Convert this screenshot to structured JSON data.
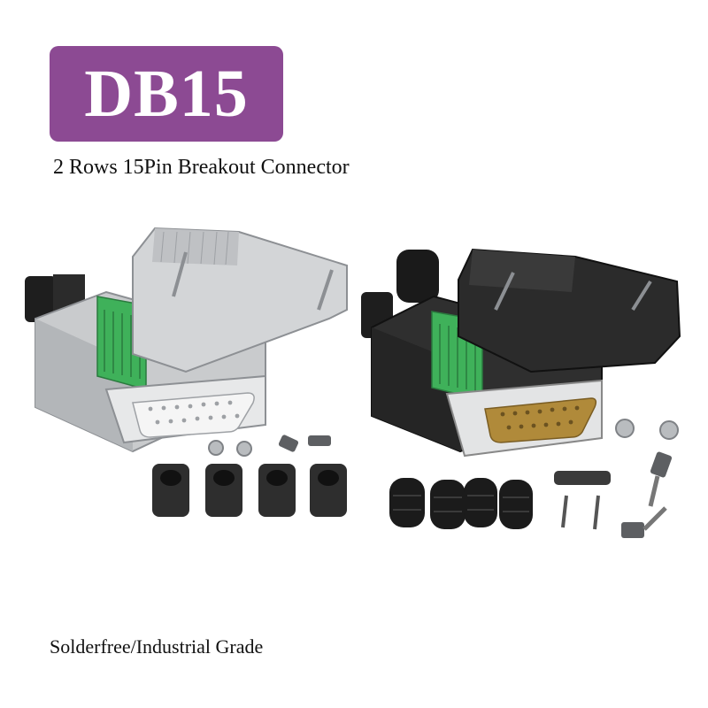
{
  "badge": {
    "label": "DB15"
  },
  "subtitle": "2 Rows 15Pin Breakout Connector",
  "footer": "Solderfree/Industrial Grade",
  "colors": {
    "badge_bg": "#8c4a93",
    "terminal_green": "#3fb15a",
    "metal": "#c9cbcd",
    "black_housing": "#2a2a2a",
    "gold_pins": "#b08a3a"
  },
  "images": [
    {
      "name": "silver-db15-female-kit",
      "description_icon": "connector-icon"
    },
    {
      "name": "black-db15-male-kit",
      "description_icon": "connector-icon"
    }
  ]
}
